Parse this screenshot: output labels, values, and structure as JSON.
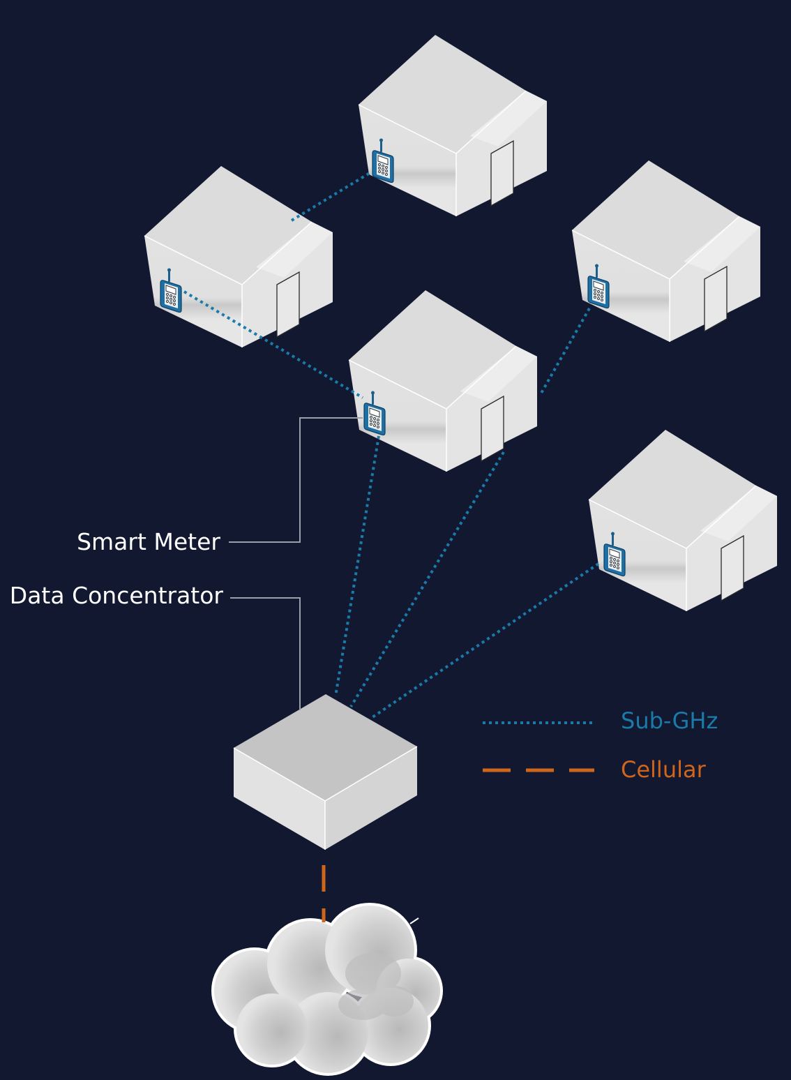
{
  "labels": {
    "smart_meter": "Smart Meter",
    "data_concentrator": "Data Concentrator"
  },
  "legend": {
    "sub_ghz": "Sub-GHz",
    "cellular": "Cellular"
  },
  "colors": {
    "background": "#121830",
    "sub_ghz": "#1a7aa8",
    "cellular": "#d0651c",
    "leader": "#9aa0aa",
    "label_text": "#ffffff",
    "house": "#dadada"
  },
  "icons": {
    "meter": "handheld-meter-icon",
    "house": "house-icon",
    "concentrator": "box-icon",
    "cloud": "cloud-icon"
  }
}
